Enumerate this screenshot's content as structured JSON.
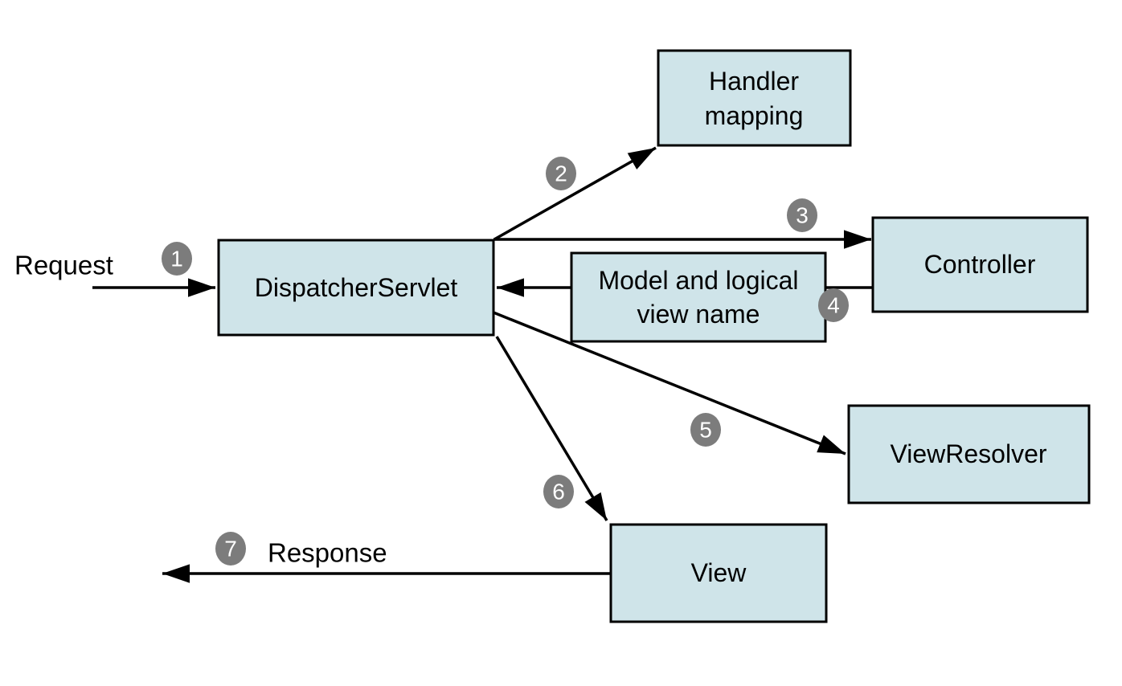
{
  "colors": {
    "background": "#ffffff",
    "node_fill": "#cfe4e9",
    "node_border": "#000000",
    "arrow": "#000000",
    "badge_fill": "#7c7c7c",
    "badge_text": "#ffffff",
    "label_text": "#000000"
  },
  "flow_labels": {
    "request": "Request",
    "response": "Response"
  },
  "nodes": {
    "dispatcher_servlet": {
      "label": "DispatcherServlet"
    },
    "handler_mapping": {
      "line1": "Handler",
      "line2": "mapping"
    },
    "controller": {
      "label": "Controller"
    },
    "model_and_view": {
      "line1": "Model and logical",
      "line2": "view name"
    },
    "view_resolver": {
      "label": "ViewResolver"
    },
    "view": {
      "label": "View"
    }
  },
  "steps": {
    "s1": "1",
    "s2": "2",
    "s3": "3",
    "s4": "4",
    "s5": "5",
    "s6": "6",
    "s7": "7"
  }
}
